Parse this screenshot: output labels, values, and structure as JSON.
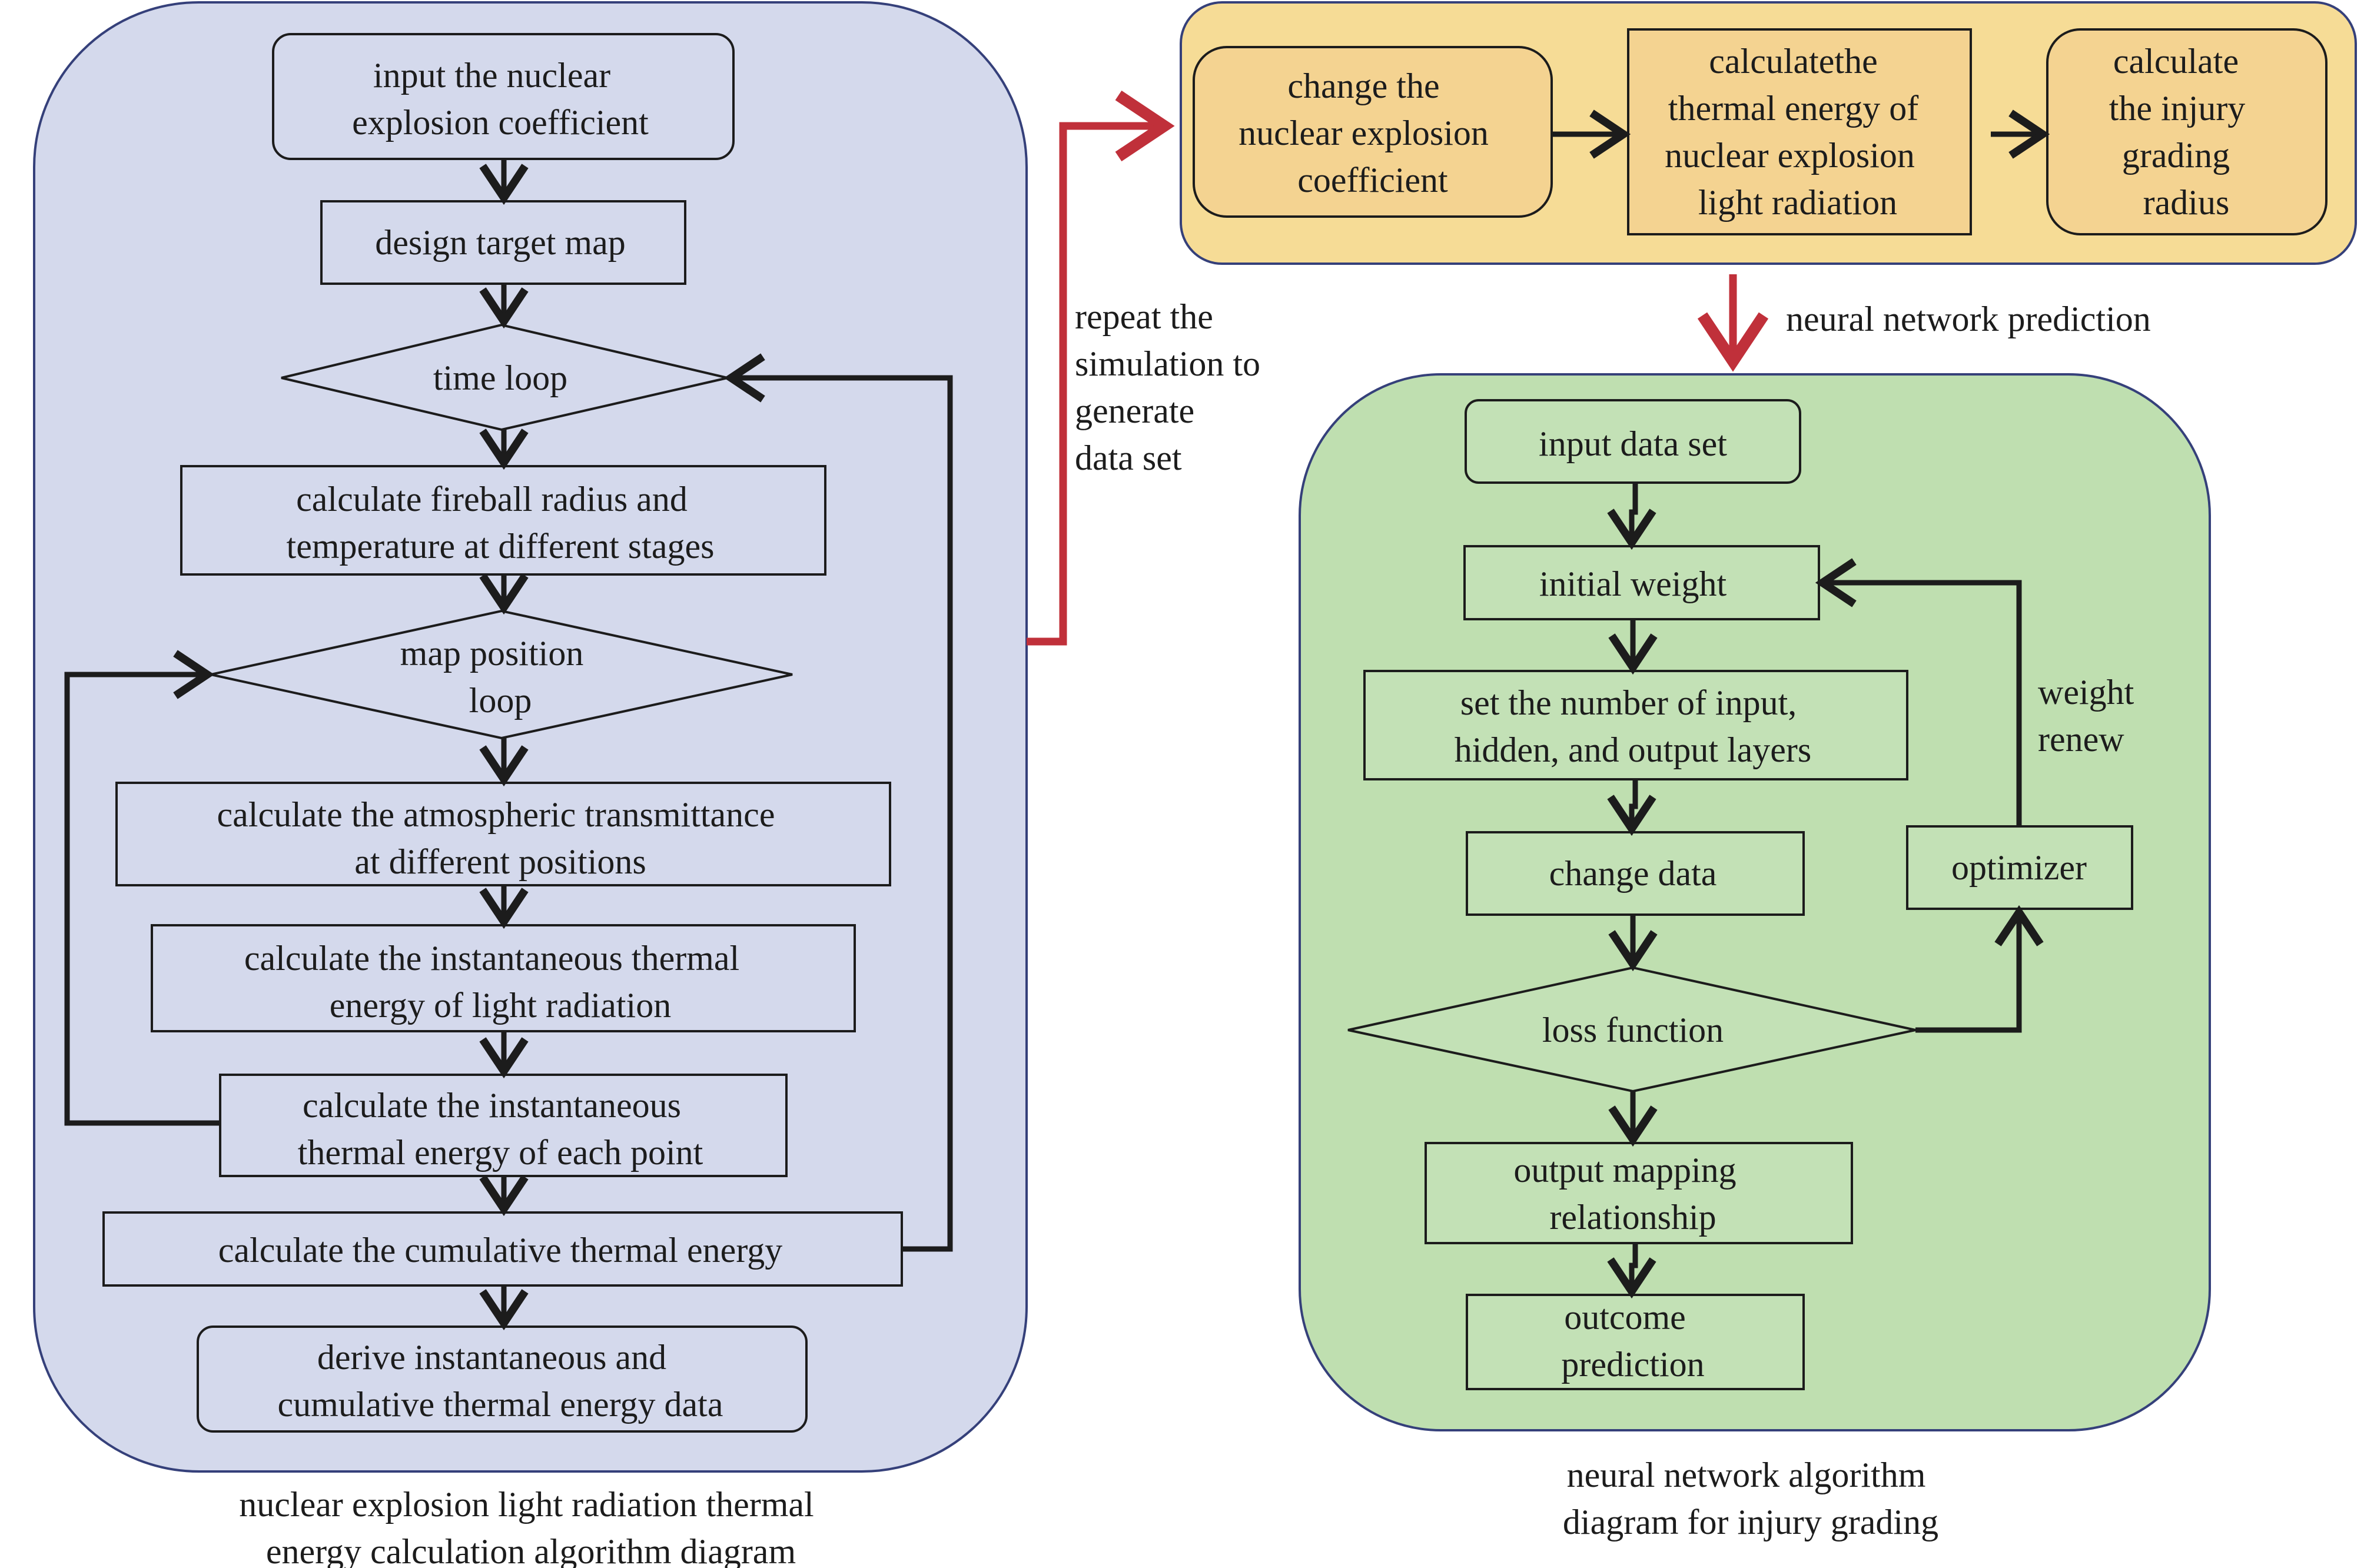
{
  "colors": {
    "left_panel_fill": "#d4d9ec",
    "left_panel_stroke": "#35407a",
    "top_panel_fill": "#f6dc96",
    "top_node_fill": "#f4d391",
    "right_panel_fill": "#bfdfb0",
    "right_node_fill": "#c3e1b6",
    "edge": "#1c1c1c",
    "red_arrow": "#c0303a"
  },
  "left_panel": {
    "caption_line1": "nuclear explosion light radiation thermal",
    "caption_line2": "energy calculation algorithm diagram",
    "nodes": {
      "input": [
        "input the nuclear",
        "explosion coefficient"
      ],
      "design": [
        "design target map"
      ],
      "time_loop": [
        "time loop"
      ],
      "fireball": [
        "calculate fireball radius and",
        "temperature at different stages"
      ],
      "map_loop": [
        "map position",
        "loop"
      ],
      "atmos": [
        "calculate the atmospheric transmittance",
        "at different positions"
      ],
      "inst_light": [
        "calculate the instantaneous thermal",
        "energy of light radiation"
      ],
      "inst_point": [
        "calculate the instantaneous",
        "thermal energy of each point"
      ],
      "cumulative": [
        "calculate the cumulative thermal energy"
      ],
      "derive": [
        "derive instantaneous and",
        "cumulative thermal energy data"
      ]
    }
  },
  "repeat_label": [
    "repeat the",
    "simulation to",
    "generate",
    "data set"
  ],
  "top_panel": {
    "nodes": {
      "change_coef": [
        "change the",
        "nuclear explosion",
        "coefficient"
      ],
      "calc_energy": [
        "calculatethe",
        "thermal energy of",
        "nuclear explosion",
        "light radiation"
      ],
      "calc_radius": [
        "calculate",
        "the injury",
        "grading",
        "radius"
      ]
    }
  },
  "prediction_label": "neural network prediction",
  "right_panel": {
    "caption_line1": "neural network algorithm",
    "caption_line2": "diagram for injury grading",
    "weight_renew": [
      "weight",
      "renew"
    ],
    "nodes": {
      "input_data": [
        "input data set"
      ],
      "init_weight": [
        "initial weight"
      ],
      "layers": [
        "set the number of input,",
        "hidden, and output layers"
      ],
      "change_data": [
        "change data"
      ],
      "loss": [
        "loss function"
      ],
      "optimizer": [
        "optimizer"
      ],
      "output_map": [
        "output mapping",
        "relationship"
      ],
      "outcome": [
        "outcome",
        "prediction"
      ]
    }
  }
}
